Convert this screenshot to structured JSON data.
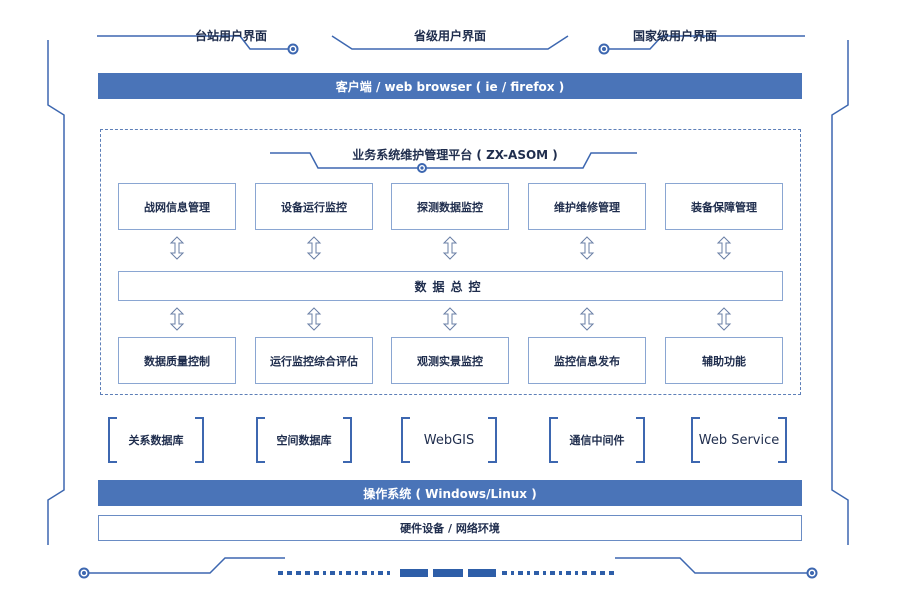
{
  "top_interfaces": [
    "台站用户界面",
    "省级用户界面",
    "国家级用户界面"
  ],
  "client_bar": "客户端 / web browser ( ie / firefox )",
  "platform": {
    "title": "业务系统维护管理平台 ( ZX-ASOM )",
    "top_modules": [
      "战网信息管理",
      "设备运行监控",
      "探测数据监控",
      "维护维修管理",
      "装备保障管理"
    ],
    "center": "数据总控",
    "bottom_modules": [
      "数据质量控制",
      "运行监控综合评估",
      "观测实景监控",
      "监控信息发布",
      "辅助功能"
    ]
  },
  "components": [
    "关系数据库",
    "空间数据库",
    "WebGIS",
    "通信中间件",
    "Web Service"
  ],
  "os_bar": "操作系统 ( Windows/Linux )",
  "hardware_bar": "硬件设备 / 网络环境",
  "colors": {
    "primary": "#4a74b8",
    "line": "#3d67b0",
    "border": "#8aa6d2"
  }
}
